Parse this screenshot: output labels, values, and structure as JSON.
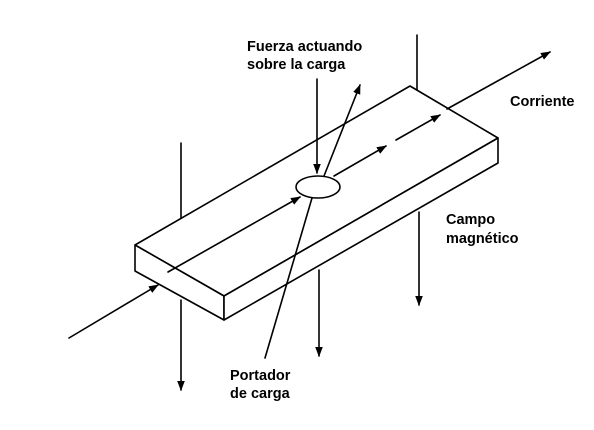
{
  "labels": {
    "force_line1": "Fuerza actuando",
    "force_line2": "sobre la carga",
    "current": "Corriente",
    "field_line1": "Campo",
    "field_line2": "magnético",
    "carrier_line1": "Portador",
    "carrier_line2": "de carga"
  },
  "colors": {
    "ink": "#000000",
    "background": "#ffffff"
  }
}
